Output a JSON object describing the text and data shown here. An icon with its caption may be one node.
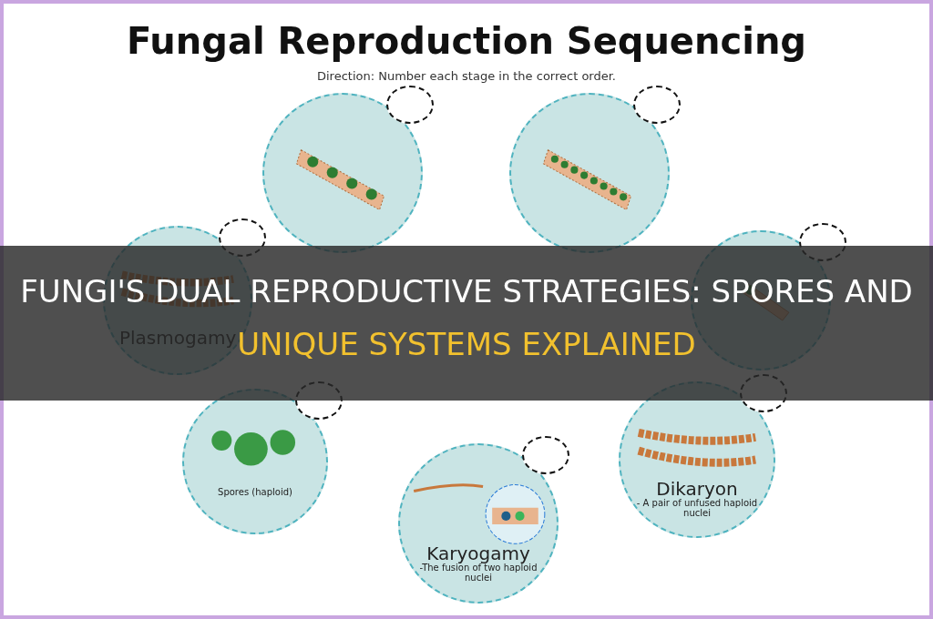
{
  "diagram": {
    "title": "Fungal Reproduction Sequencing",
    "nodes": [
      {
        "text": [],
        "shape": "circle"
      },
      {
        "text": [],
        "shape": "circle"
      },
      {
        "text": [
          "Plasmogamy"
        ]
      },
      {
        "text": [],
        "shape": "circle"
      },
      {
        "text": [
          "Spores (haploid)"
        ]
      },
      {
        "text": [
          "Karyogamy",
          "-The fusion of two haploid nuclei"
        ]
      },
      {
        "text": [
          "Dikaryon",
          "- A pair of unfused haploid nuclei"
        ]
      }
    ],
    "labels": [
      "Direction: Number each stage in the correct order.",
      "FUNGI'S DUAL REPRODUCTIVE STRATEGIES: SPORES AND",
      "UNIQUE SYSTEMS EXPLAINED"
    ]
  }
}
